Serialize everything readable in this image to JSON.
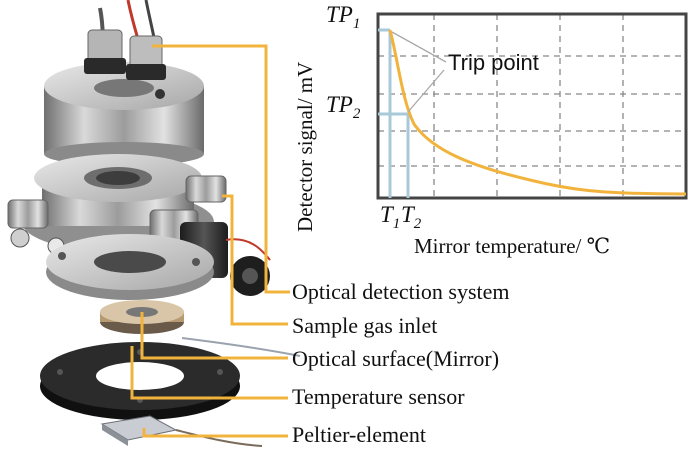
{
  "callouts": [
    {
      "id": "optical-detection",
      "text": "Optical detection system"
    },
    {
      "id": "sample-gas-inlet",
      "text": "Sample gas inlet"
    },
    {
      "id": "optical-surface",
      "text": "Optical surface(Mirror)"
    },
    {
      "id": "temperature-sensor",
      "text": "Temperature sensor"
    },
    {
      "id": "peltier",
      "text": "Peltier-element"
    }
  ],
  "chart": {
    "ylabel": "Detector  signal/ mV",
    "xlabel": "Mirror temperature/ ℃",
    "trip_label": "Trip point",
    "tp1": {
      "main": "TP",
      "sub": "1"
    },
    "tp2": {
      "main": "TP",
      "sub": "2"
    },
    "t1": {
      "main": "T",
      "sub": "1"
    },
    "t2": {
      "main": "T",
      "sub": "2"
    }
  },
  "colors": {
    "leader": "#f2b33d",
    "curve": "#f2b33d",
    "marker": "#a9c8d8",
    "grid": "#888888",
    "axis": "#444444"
  }
}
